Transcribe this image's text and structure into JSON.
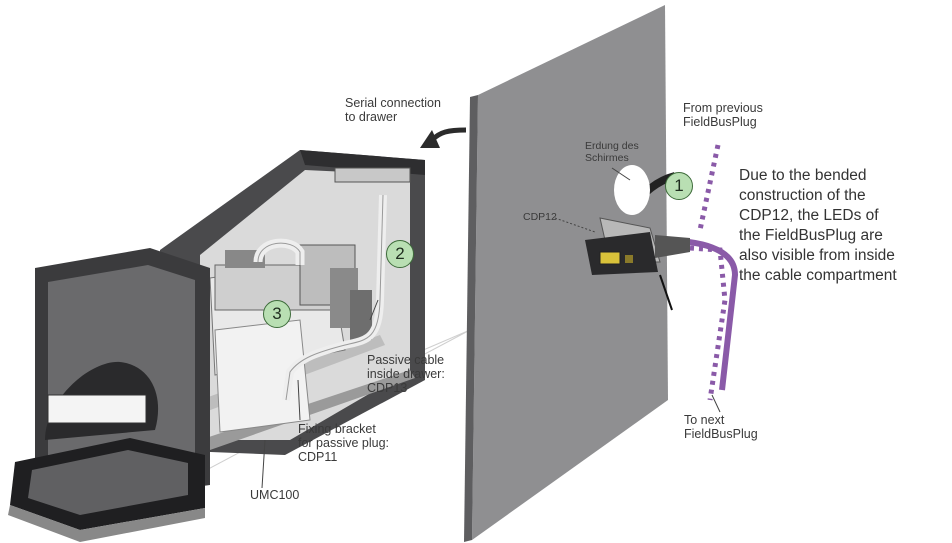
{
  "labels": {
    "serial": [
      "Serial connection",
      "to drawer"
    ],
    "from_previous": [
      "From previous",
      "FieldBusPlug"
    ],
    "erdung": [
      "Erdung des",
      "Schirmes"
    ],
    "cdp12": "CDP12",
    "explanation": [
      "Due to the bended",
      "construction of the",
      "CDP12, the LEDs of",
      "the FieldBusPlug are",
      "also visible from inside",
      "the cable compartment"
    ],
    "passive_cable": [
      "Passive cable",
      "inside drawer:",
      "CDP13"
    ],
    "to_next": [
      "To next",
      "FieldBusPlug"
    ],
    "fixing_bracket": [
      "Fixing bracket",
      "for passive plug:",
      "CDP11"
    ],
    "umc100": "UMC100"
  },
  "callouts": [
    "1",
    "2",
    "3"
  ],
  "colors": {
    "panel": "#8f8f91",
    "drawer_frame": "#3b3b3d",
    "callout_fill": "#b9dfb3",
    "fieldbus_cable": "#8a5aa8",
    "text": "#3a3a3a"
  }
}
